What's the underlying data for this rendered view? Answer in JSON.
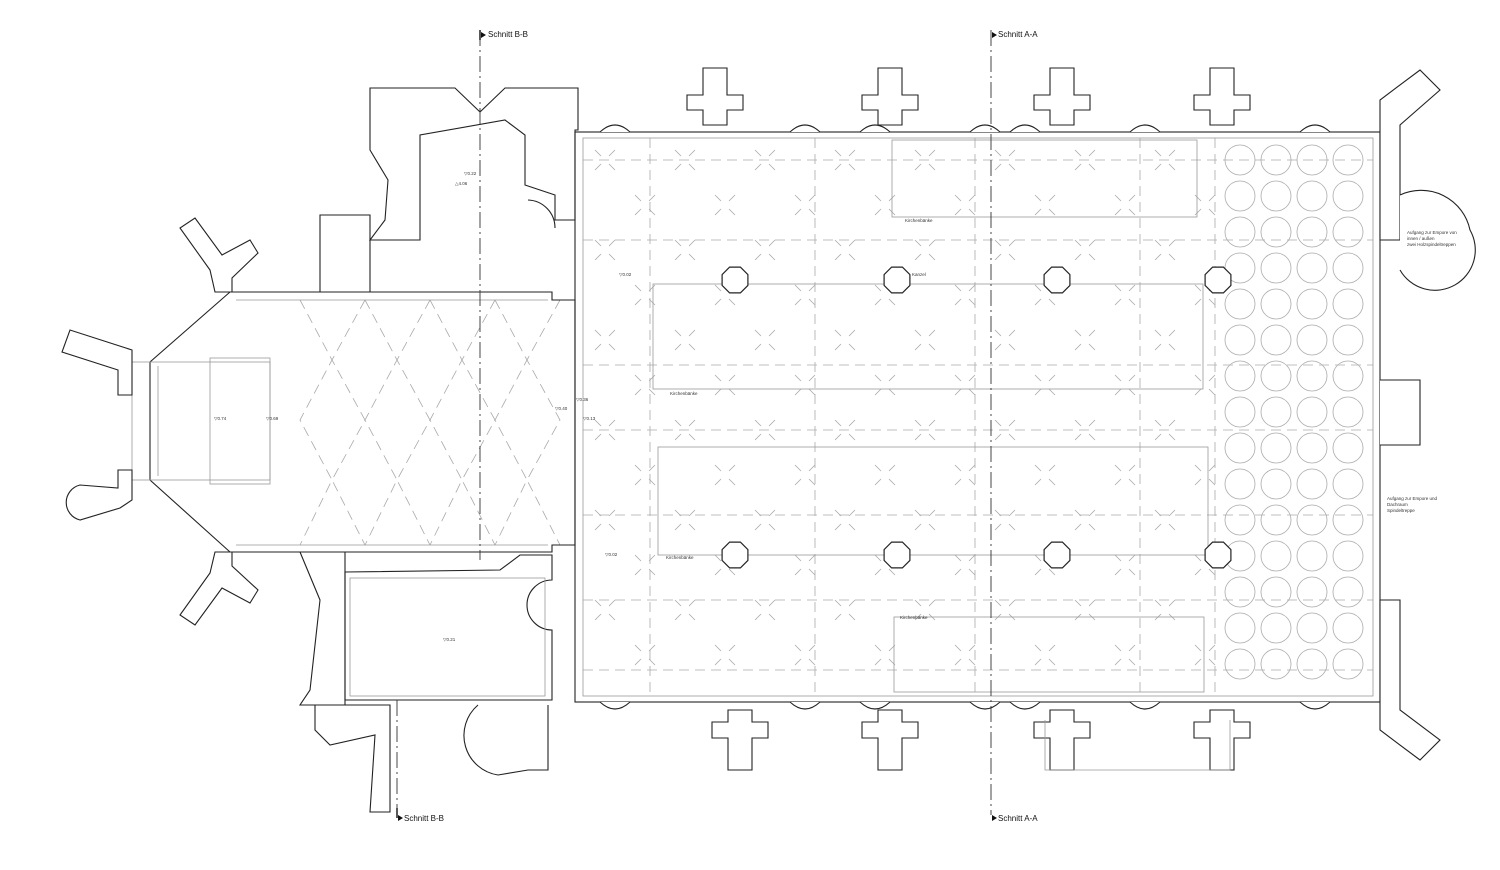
{
  "sections": {
    "bb_top": "Schnitt B-B",
    "bb_bottom": "Schnitt B-B",
    "aa_top": "Schnitt A-A",
    "aa_bottom": "Schnitt A-A"
  },
  "annotations": {
    "pulpit": "Kanzel",
    "pews_1": "Kirchenbänke",
    "pews_2": "Kirchenbänke",
    "pews_3": "Kirchenbänke",
    "pews_4": "Kirchenbänke",
    "stair_north_1": "Aufgang zur Empore von",
    "stair_north_2": "innen / außen",
    "stair_north_3": "zwei Holzspindeltreppen",
    "stair_south_1": "Aufgang zur Empore und",
    "stair_south_2": "Dachraum",
    "stair_south_3": "Spindeltreppe"
  },
  "elevations": {
    "apse": "▽0.74",
    "choir_step": "▽0.69",
    "choir_east": "▽0.40",
    "triumph_1": "▽0.36",
    "triumph_2": "▽0.13",
    "nave_north": "▽0.02",
    "nave_south": "▽0.02",
    "sacristy": "▽0.22",
    "sacristy_up": "△4.06",
    "south_chapel": "▽0.21"
  }
}
